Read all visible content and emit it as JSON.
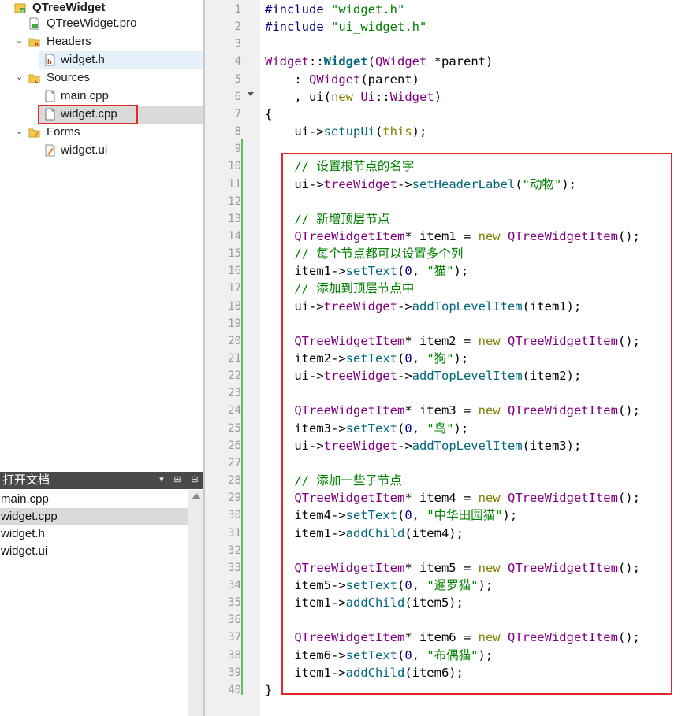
{
  "project_tree": [
    {
      "label": "QTreeWidget",
      "indent": 0,
      "arrow": "",
      "icon": "qt-project-icon",
      "bold": true
    },
    {
      "label": "QTreeWidget.pro",
      "indent": 1,
      "arrow": "",
      "icon": "pro-file-icon"
    },
    {
      "label": "Headers",
      "indent": 1,
      "arrow": "down",
      "icon": "headers-folder-icon"
    },
    {
      "label": "widget.h",
      "indent": 2,
      "arrow": "",
      "icon": "header-file-icon",
      "selected": "light"
    },
    {
      "label": "Sources",
      "indent": 1,
      "arrow": "down",
      "icon": "sources-folder-icon"
    },
    {
      "label": "main.cpp",
      "indent": 2,
      "arrow": "",
      "icon": "cpp-file-icon"
    },
    {
      "label": "widget.cpp",
      "indent": 2,
      "arrow": "",
      "icon": "cpp-file-icon",
      "selected": "grey",
      "highlight": true
    },
    {
      "label": "Forms",
      "indent": 1,
      "arrow": "down",
      "icon": "forms-folder-icon"
    },
    {
      "label": "widget.ui",
      "indent": 2,
      "arrow": "",
      "icon": "ui-file-icon"
    }
  ],
  "open_docs": {
    "title": "打开文档",
    "items": [
      "main.cpp",
      "widget.cpp",
      "widget.h",
      "widget.ui"
    ],
    "selected": "widget.cpp"
  },
  "code_lines": [
    [
      [
        "pp",
        "#include "
      ],
      [
        "str",
        "\"widget.h\""
      ]
    ],
    [
      [
        "pp",
        "#include "
      ],
      [
        "str",
        "\"ui_widget.h\""
      ]
    ],
    [],
    [
      [
        "ty",
        "Widget"
      ],
      [
        "",
        "::"
      ],
      [
        "bold",
        "Widget"
      ],
      [
        "",
        "("
      ],
      [
        "ty",
        "QWidget"
      ],
      [
        "",
        " *parent)"
      ]
    ],
    [
      [
        "",
        "    : "
      ],
      [
        "ty",
        "QWidget"
      ],
      [
        "",
        "(parent)"
      ]
    ],
    [
      [
        "",
        "    , ui("
      ],
      [
        "kw",
        "new"
      ],
      [
        "",
        " "
      ],
      [
        "ty",
        "Ui"
      ],
      [
        "",
        "::"
      ],
      [
        "ty",
        "Widget"
      ],
      [
        "",
        ")"
      ]
    ],
    [
      [
        "",
        "{"
      ]
    ],
    [
      [
        "",
        "    ui->"
      ],
      [
        "fn",
        "setupUi"
      ],
      [
        "",
        "("
      ],
      [
        "kw",
        "this"
      ],
      [
        "",
        ");"
      ]
    ],
    [],
    [
      [
        "cm",
        "    // 设置根节点的名字"
      ]
    ],
    [
      [
        "",
        "    ui->"
      ],
      [
        "ty",
        "treeWidget"
      ],
      [
        "",
        "->"
      ],
      [
        "fn",
        "setHeaderLabel"
      ],
      [
        "",
        "("
      ],
      [
        "str",
        "\"动物\""
      ],
      [
        "",
        ");"
      ]
    ],
    [],
    [
      [
        "cm",
        "    // 新增顶层节点"
      ]
    ],
    [
      [
        "",
        "    "
      ],
      [
        "ty",
        "QTreeWidgetItem"
      ],
      [
        "",
        "* item1 = "
      ],
      [
        "kw",
        "new"
      ],
      [
        "",
        " "
      ],
      [
        "ty",
        "QTreeWidgetItem"
      ],
      [
        "",
        "();"
      ]
    ],
    [
      [
        "cm",
        "    // 每个节点都可以设置多个列"
      ]
    ],
    [
      [
        "",
        "    item1->"
      ],
      [
        "fn",
        "setText"
      ],
      [
        "",
        "("
      ],
      [
        "num",
        "0"
      ],
      [
        "",
        ", "
      ],
      [
        "str",
        "\"猫\""
      ],
      [
        "",
        ");"
      ]
    ],
    [
      [
        "cm",
        "    // 添加到顶层节点中"
      ]
    ],
    [
      [
        "",
        "    ui->"
      ],
      [
        "ty",
        "treeWidget"
      ],
      [
        "",
        "->"
      ],
      [
        "fn",
        "addTopLevelItem"
      ],
      [
        "",
        "(item1);"
      ]
    ],
    [],
    [
      [
        "",
        "    "
      ],
      [
        "ty",
        "QTreeWidgetItem"
      ],
      [
        "",
        "* item2 = "
      ],
      [
        "kw",
        "new"
      ],
      [
        "",
        " "
      ],
      [
        "ty",
        "QTreeWidgetItem"
      ],
      [
        "",
        "();"
      ]
    ],
    [
      [
        "",
        "    item2->"
      ],
      [
        "fn",
        "setText"
      ],
      [
        "",
        "("
      ],
      [
        "num",
        "0"
      ],
      [
        "",
        ", "
      ],
      [
        "str",
        "\"狗\""
      ],
      [
        "",
        ");"
      ]
    ],
    [
      [
        "",
        "    ui->"
      ],
      [
        "ty",
        "treeWidget"
      ],
      [
        "",
        "->"
      ],
      [
        "fn",
        "addTopLevelItem"
      ],
      [
        "",
        "(item2);"
      ]
    ],
    [],
    [
      [
        "",
        "    "
      ],
      [
        "ty",
        "QTreeWidgetItem"
      ],
      [
        "",
        "* item3 = "
      ],
      [
        "kw",
        "new"
      ],
      [
        "",
        " "
      ],
      [
        "ty",
        "QTreeWidgetItem"
      ],
      [
        "",
        "();"
      ]
    ],
    [
      [
        "",
        "    item3->"
      ],
      [
        "fn",
        "setText"
      ],
      [
        "",
        "("
      ],
      [
        "num",
        "0"
      ],
      [
        "",
        ", "
      ],
      [
        "str",
        "\"鸟\""
      ],
      [
        "",
        ");"
      ]
    ],
    [
      [
        "",
        "    ui->"
      ],
      [
        "ty",
        "treeWidget"
      ],
      [
        "",
        "->"
      ],
      [
        "fn",
        "addTopLevelItem"
      ],
      [
        "",
        "(item3);"
      ]
    ],
    [],
    [
      [
        "cm",
        "    // 添加一些子节点"
      ]
    ],
    [
      [
        "",
        "    "
      ],
      [
        "ty",
        "QTreeWidgetItem"
      ],
      [
        "",
        "* item4 = "
      ],
      [
        "kw",
        "new"
      ],
      [
        "",
        " "
      ],
      [
        "ty",
        "QTreeWidgetItem"
      ],
      [
        "",
        "();"
      ]
    ],
    [
      [
        "",
        "    item4->"
      ],
      [
        "fn",
        "setText"
      ],
      [
        "",
        "("
      ],
      [
        "num",
        "0"
      ],
      [
        "",
        ", "
      ],
      [
        "str",
        "\"中华田园猫\""
      ],
      [
        "",
        ");"
      ]
    ],
    [
      [
        "",
        "    item1->"
      ],
      [
        "fn",
        "addChild"
      ],
      [
        "",
        "(item4);"
      ]
    ],
    [],
    [
      [
        "",
        "    "
      ],
      [
        "ty",
        "QTreeWidgetItem"
      ],
      [
        "",
        "* item5 = "
      ],
      [
        "kw",
        "new"
      ],
      [
        "",
        " "
      ],
      [
        "ty",
        "QTreeWidgetItem"
      ],
      [
        "",
        "();"
      ]
    ],
    [
      [
        "",
        "    item5->"
      ],
      [
        "fn",
        "setText"
      ],
      [
        "",
        "("
      ],
      [
        "num",
        "0"
      ],
      [
        "",
        ", "
      ],
      [
        "str",
        "\"暹罗猫\""
      ],
      [
        "",
        ");"
      ]
    ],
    [
      [
        "",
        "    item1->"
      ],
      [
        "fn",
        "addChild"
      ],
      [
        "",
        "(item5);"
      ]
    ],
    [],
    [
      [
        "",
        "    "
      ],
      [
        "ty",
        "QTreeWidgetItem"
      ],
      [
        "",
        "* item6 = "
      ],
      [
        "kw",
        "new"
      ],
      [
        "",
        " "
      ],
      [
        "ty",
        "QTreeWidgetItem"
      ],
      [
        "",
        "();"
      ]
    ],
    [
      [
        "",
        "    item6->"
      ],
      [
        "fn",
        "setText"
      ],
      [
        "",
        "("
      ],
      [
        "num",
        "0"
      ],
      [
        "",
        ", "
      ],
      [
        "str",
        "\"布偶猫\""
      ],
      [
        "",
        ");"
      ]
    ],
    [
      [
        "",
        "    item1->"
      ],
      [
        "fn",
        "addChild"
      ],
      [
        "",
        "(item6);"
      ]
    ],
    [
      [
        "",
        "}"
      ]
    ]
  ],
  "colors": {
    "highlight_box": "#e02a2a",
    "fold_bar": "#5fbf5f",
    "keyword": "#808000",
    "type": "#800080",
    "function": "#00677c",
    "string": "#008000"
  }
}
